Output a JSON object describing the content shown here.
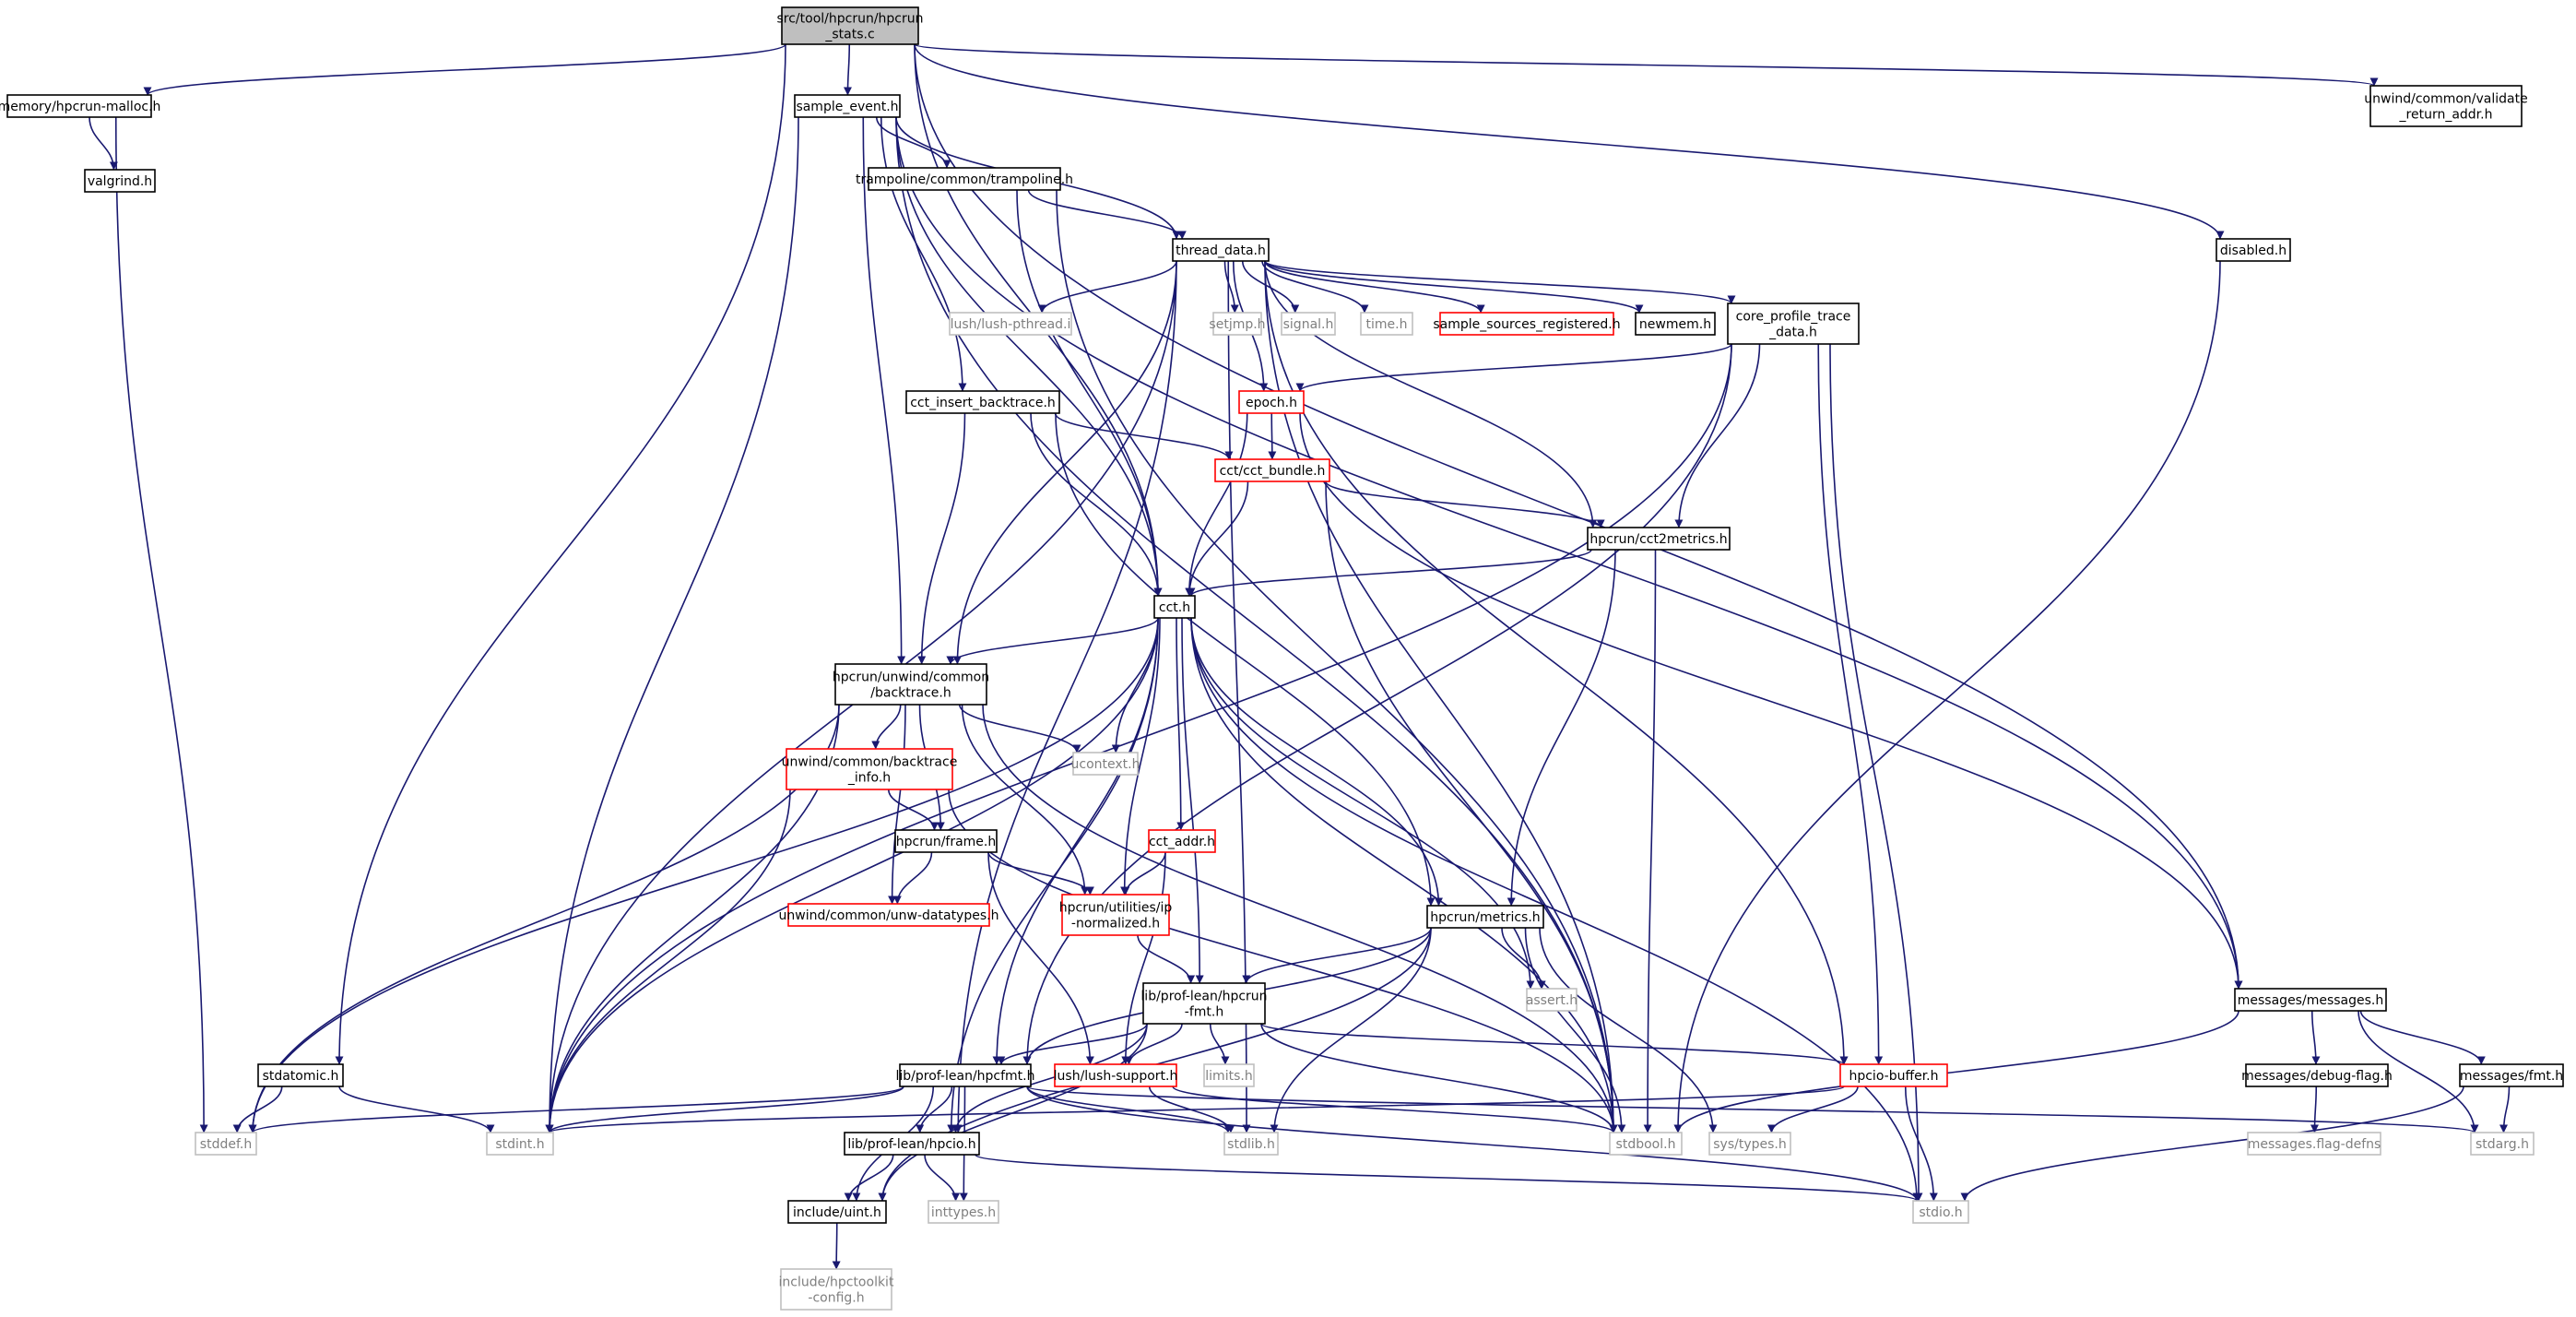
{
  "colors": {
    "edge": "#191970",
    "normal_border": "#000000",
    "missing_border": "#bfbfbf",
    "missing_text": "#7f7f7f",
    "error_border": "#ff0000",
    "root_fill": "#bfbfbf",
    "fill": "#ffffff",
    "text": "#000000"
  },
  "graph": {
    "nodes": [
      {
        "id": "root",
        "lines": [
          "src/tool/hpcrun/hpcrun",
          "_stats.c"
        ],
        "style": "root"
      },
      {
        "id": "malloc",
        "lines": [
          "memory/hpcrun-malloc.h"
        ],
        "style": "normal"
      },
      {
        "id": "sample_event",
        "lines": [
          "sample_event.h"
        ],
        "style": "normal"
      },
      {
        "id": "validate",
        "lines": [
          "unwind/common/validate",
          "_return_addr.h"
        ],
        "style": "normal"
      },
      {
        "id": "valgrind",
        "lines": [
          "valgrind.h"
        ],
        "style": "normal"
      },
      {
        "id": "trampoline",
        "lines": [
          "trampoline/common/trampoline.h"
        ],
        "style": "normal"
      },
      {
        "id": "thread_data",
        "lines": [
          "thread_data.h"
        ],
        "style": "normal"
      },
      {
        "id": "disabled",
        "lines": [
          "disabled.h"
        ],
        "style": "normal"
      },
      {
        "id": "lush_pthread",
        "lines": [
          "lush/lush-pthread.i"
        ],
        "style": "missing"
      },
      {
        "id": "setjmp",
        "lines": [
          "setjmp.h"
        ],
        "style": "missing"
      },
      {
        "id": "signal",
        "lines": [
          "signal.h"
        ],
        "style": "missing"
      },
      {
        "id": "time",
        "lines": [
          "time.h"
        ],
        "style": "missing"
      },
      {
        "id": "sample_sources",
        "lines": [
          "sample_sources_registered.h"
        ],
        "style": "error"
      },
      {
        "id": "newmem",
        "lines": [
          "newmem.h"
        ],
        "style": "normal"
      },
      {
        "id": "core_profile",
        "lines": [
          "core_profile_trace",
          "_data.h"
        ],
        "style": "normal"
      },
      {
        "id": "cct_insert",
        "lines": [
          "cct_insert_backtrace.h"
        ],
        "style": "normal"
      },
      {
        "id": "epoch",
        "lines": [
          "epoch.h"
        ],
        "style": "error"
      },
      {
        "id": "cct_bundle",
        "lines": [
          "cct/cct_bundle.h"
        ],
        "style": "error"
      },
      {
        "id": "cct2metrics",
        "lines": [
          "hpcrun/cct2metrics.h"
        ],
        "style": "normal"
      },
      {
        "id": "cct",
        "lines": [
          "cct.h"
        ],
        "style": "normal"
      },
      {
        "id": "backtrace",
        "lines": [
          "hpcrun/unwind/common",
          "/backtrace.h"
        ],
        "style": "normal"
      },
      {
        "id": "ucontext",
        "lines": [
          "ucontext.h"
        ],
        "style": "missing"
      },
      {
        "id": "bt_info",
        "lines": [
          "unwind/common/backtrace",
          "_info.h"
        ],
        "style": "error"
      },
      {
        "id": "frame",
        "lines": [
          "hpcrun/frame.h"
        ],
        "style": "normal"
      },
      {
        "id": "cct_addr",
        "lines": [
          "cct_addr.h"
        ],
        "style": "error"
      },
      {
        "id": "unw_datatypes",
        "lines": [
          "unwind/common/unw-datatypes.h"
        ],
        "style": "error"
      },
      {
        "id": "ip_normalized",
        "lines": [
          "hpcrun/utilities/ip",
          "-normalized.h"
        ],
        "style": "error"
      },
      {
        "id": "metrics",
        "lines": [
          "hpcrun/metrics.h"
        ],
        "style": "normal"
      },
      {
        "id": "hpcrun_fmt",
        "lines": [
          "lib/prof-lean/hpcrun",
          "-fmt.h"
        ],
        "style": "normal"
      },
      {
        "id": "assert",
        "lines": [
          "assert.h"
        ],
        "style": "missing"
      },
      {
        "id": "messages",
        "lines": [
          "messages/messages.h"
        ],
        "style": "normal"
      },
      {
        "id": "stdatomic",
        "lines": [
          "stdatomic.h"
        ],
        "style": "normal"
      },
      {
        "id": "hpcfmt",
        "lines": [
          "lib/prof-lean/hpcfmt.h"
        ],
        "style": "normal"
      },
      {
        "id": "lush_support",
        "lines": [
          "lush/lush-support.h"
        ],
        "style": "error"
      },
      {
        "id": "limits",
        "lines": [
          "limits.h"
        ],
        "style": "missing"
      },
      {
        "id": "hpcio_buffer",
        "lines": [
          "hpcio-buffer.h"
        ],
        "style": "error"
      },
      {
        "id": "debug_flag",
        "lines": [
          "messages/debug-flag.h"
        ],
        "style": "normal"
      },
      {
        "id": "fmt",
        "lines": [
          "messages/fmt.h"
        ],
        "style": "normal"
      },
      {
        "id": "stddef",
        "lines": [
          "stddef.h"
        ],
        "style": "missing"
      },
      {
        "id": "stdint",
        "lines": [
          "stdint.h"
        ],
        "style": "missing"
      },
      {
        "id": "hpcio",
        "lines": [
          "lib/prof-lean/hpcio.h"
        ],
        "style": "normal"
      },
      {
        "id": "stdlib",
        "lines": [
          "stdlib.h"
        ],
        "style": "missing"
      },
      {
        "id": "stdbool",
        "lines": [
          "stdbool.h"
        ],
        "style": "missing"
      },
      {
        "id": "sys_types",
        "lines": [
          "sys/types.h"
        ],
        "style": "missing"
      },
      {
        "id": "flag_defns",
        "lines": [
          "messages.flag-defns"
        ],
        "style": "missing"
      },
      {
        "id": "stdarg",
        "lines": [
          "stdarg.h"
        ],
        "style": "missing"
      },
      {
        "id": "uint",
        "lines": [
          "include/uint.h"
        ],
        "style": "normal"
      },
      {
        "id": "inttypes",
        "lines": [
          "inttypes.h"
        ],
        "style": "missing"
      },
      {
        "id": "stdio",
        "lines": [
          "stdio.h"
        ],
        "style": "missing"
      },
      {
        "id": "hpctoolkit_config",
        "lines": [
          "include/hpctoolkit",
          "-config.h"
        ],
        "style": "missing"
      }
    ],
    "edges": [
      [
        "root",
        "malloc"
      ],
      [
        "root",
        "sample_event"
      ],
      [
        "root",
        "validate"
      ],
      [
        "root",
        "disabled"
      ],
      [
        "root",
        "messages"
      ],
      [
        "root",
        "stdatomic"
      ],
      [
        "root",
        "cct"
      ],
      [
        "malloc",
        "valgrind"
      ],
      [
        "malloc",
        "stddef"
      ],
      [
        "sample_event",
        "trampoline"
      ],
      [
        "sample_event",
        "thread_data"
      ],
      [
        "sample_event",
        "cct_insert"
      ],
      [
        "sample_event",
        "cct"
      ],
      [
        "sample_event",
        "backtrace"
      ],
      [
        "sample_event",
        "stdint"
      ],
      [
        "sample_event",
        "stdbool"
      ],
      [
        "sample_event",
        "messages"
      ],
      [
        "trampoline",
        "thread_data"
      ],
      [
        "trampoline",
        "stdbool"
      ],
      [
        "trampoline",
        "cct"
      ],
      [
        "disabled",
        "stdbool"
      ],
      [
        "thread_data",
        "lush_pthread"
      ],
      [
        "thread_data",
        "setjmp"
      ],
      [
        "thread_data",
        "signal"
      ],
      [
        "thread_data",
        "time"
      ],
      [
        "thread_data",
        "sample_sources"
      ],
      [
        "thread_data",
        "newmem"
      ],
      [
        "thread_data",
        "core_profile"
      ],
      [
        "thread_data",
        "epoch"
      ],
      [
        "thread_data",
        "cct2metrics"
      ],
      [
        "thread_data",
        "backtrace"
      ],
      [
        "thread_data",
        "stdint"
      ],
      [
        "thread_data",
        "hpcio"
      ],
      [
        "thread_data",
        "stdbool"
      ],
      [
        "thread_data",
        "hpcio_buffer"
      ],
      [
        "thread_data",
        "stdlib"
      ],
      [
        "core_profile",
        "epoch"
      ],
      [
        "core_profile",
        "cct2metrics"
      ],
      [
        "core_profile",
        "hpcio_buffer"
      ],
      [
        "core_profile",
        "stdio"
      ],
      [
        "core_profile",
        "stdint"
      ],
      [
        "core_profile",
        "hpcfmt"
      ],
      [
        "cct_insert",
        "cct"
      ],
      [
        "cct_insert",
        "backtrace"
      ],
      [
        "cct_insert",
        "metrics"
      ],
      [
        "cct_insert",
        "cct_bundle"
      ],
      [
        "epoch",
        "cct_bundle"
      ],
      [
        "epoch",
        "cct"
      ],
      [
        "epoch",
        "messages"
      ],
      [
        "cct_bundle",
        "cct"
      ],
      [
        "cct_bundle",
        "cct2metrics"
      ],
      [
        "cct_bundle",
        "stdbool"
      ],
      [
        "cct2metrics",
        "cct"
      ],
      [
        "cct2metrics",
        "metrics"
      ],
      [
        "cct2metrics",
        "stdbool"
      ],
      [
        "cct",
        "backtrace"
      ],
      [
        "cct",
        "ucontext"
      ],
      [
        "cct",
        "cct_addr"
      ],
      [
        "cct",
        "ip_normalized"
      ],
      [
        "cct",
        "metrics"
      ],
      [
        "cct",
        "hpcrun_fmt"
      ],
      [
        "cct",
        "assert"
      ],
      [
        "cct",
        "stdbool"
      ],
      [
        "cct",
        "stdio"
      ],
      [
        "cct",
        "stddef"
      ],
      [
        "cct",
        "hpcfmt"
      ],
      [
        "cct",
        "hpcio"
      ],
      [
        "cct",
        "stdint"
      ],
      [
        "backtrace",
        "ucontext"
      ],
      [
        "backtrace",
        "bt_info"
      ],
      [
        "backtrace",
        "frame"
      ],
      [
        "backtrace",
        "unw_datatypes"
      ],
      [
        "backtrace",
        "ip_normalized"
      ],
      [
        "backtrace",
        "stdbool"
      ],
      [
        "backtrace",
        "stdint"
      ],
      [
        "backtrace",
        "stddef"
      ],
      [
        "bt_info",
        "frame"
      ],
      [
        "bt_info",
        "stdbool"
      ],
      [
        "bt_info",
        "stdint"
      ],
      [
        "frame",
        "unw_datatypes"
      ],
      [
        "frame",
        "ip_normalized"
      ],
      [
        "frame",
        "lush_support"
      ],
      [
        "cct_addr",
        "ip_normalized"
      ],
      [
        "cct_addr",
        "lush_support"
      ],
      [
        "ip_normalized",
        "hpcrun_fmt"
      ],
      [
        "metrics",
        "hpcrun_fmt"
      ],
      [
        "metrics",
        "hpcfmt"
      ],
      [
        "metrics",
        "assert"
      ],
      [
        "metrics",
        "stdbool"
      ],
      [
        "metrics",
        "sys_types"
      ],
      [
        "metrics",
        "stdlib"
      ],
      [
        "metrics",
        "uint"
      ],
      [
        "hpcrun_fmt",
        "hpcfmt"
      ],
      [
        "hpcrun_fmt",
        "hpcio"
      ],
      [
        "hpcrun_fmt",
        "lush_support"
      ],
      [
        "hpcrun_fmt",
        "limits"
      ],
      [
        "hpcrun_fmt",
        "hpcio_buffer"
      ],
      [
        "hpcrun_fmt",
        "stdbool"
      ],
      [
        "hpcrun_fmt",
        "uint"
      ],
      [
        "messages",
        "debug_flag"
      ],
      [
        "messages",
        "fmt"
      ],
      [
        "messages",
        "stdarg"
      ],
      [
        "messages",
        "stdbool"
      ],
      [
        "stdatomic",
        "stddef"
      ],
      [
        "stdatomic",
        "stdint"
      ],
      [
        "hpcfmt",
        "stddef"
      ],
      [
        "hpcfmt",
        "stdint"
      ],
      [
        "hpcfmt",
        "hpcio"
      ],
      [
        "hpcfmt",
        "stdlib"
      ],
      [
        "hpcfmt",
        "stdio"
      ],
      [
        "hpcfmt",
        "inttypes"
      ],
      [
        "hpcfmt",
        "stdarg"
      ],
      [
        "hpcfmt",
        "uint"
      ],
      [
        "lush_support",
        "stdlib"
      ],
      [
        "lush_support",
        "stdbool"
      ],
      [
        "hpcio_buffer",
        "stdio"
      ],
      [
        "hpcio_buffer",
        "sys_types"
      ],
      [
        "hpcio_buffer",
        "stdint"
      ],
      [
        "debug_flag",
        "flag_defns"
      ],
      [
        "fmt",
        "stdarg"
      ],
      [
        "fmt",
        "stdio"
      ],
      [
        "hpcio",
        "uint"
      ],
      [
        "hpcio",
        "inttypes"
      ],
      [
        "hpcio",
        "stdio"
      ],
      [
        "uint",
        "hpctoolkit_config"
      ]
    ]
  }
}
